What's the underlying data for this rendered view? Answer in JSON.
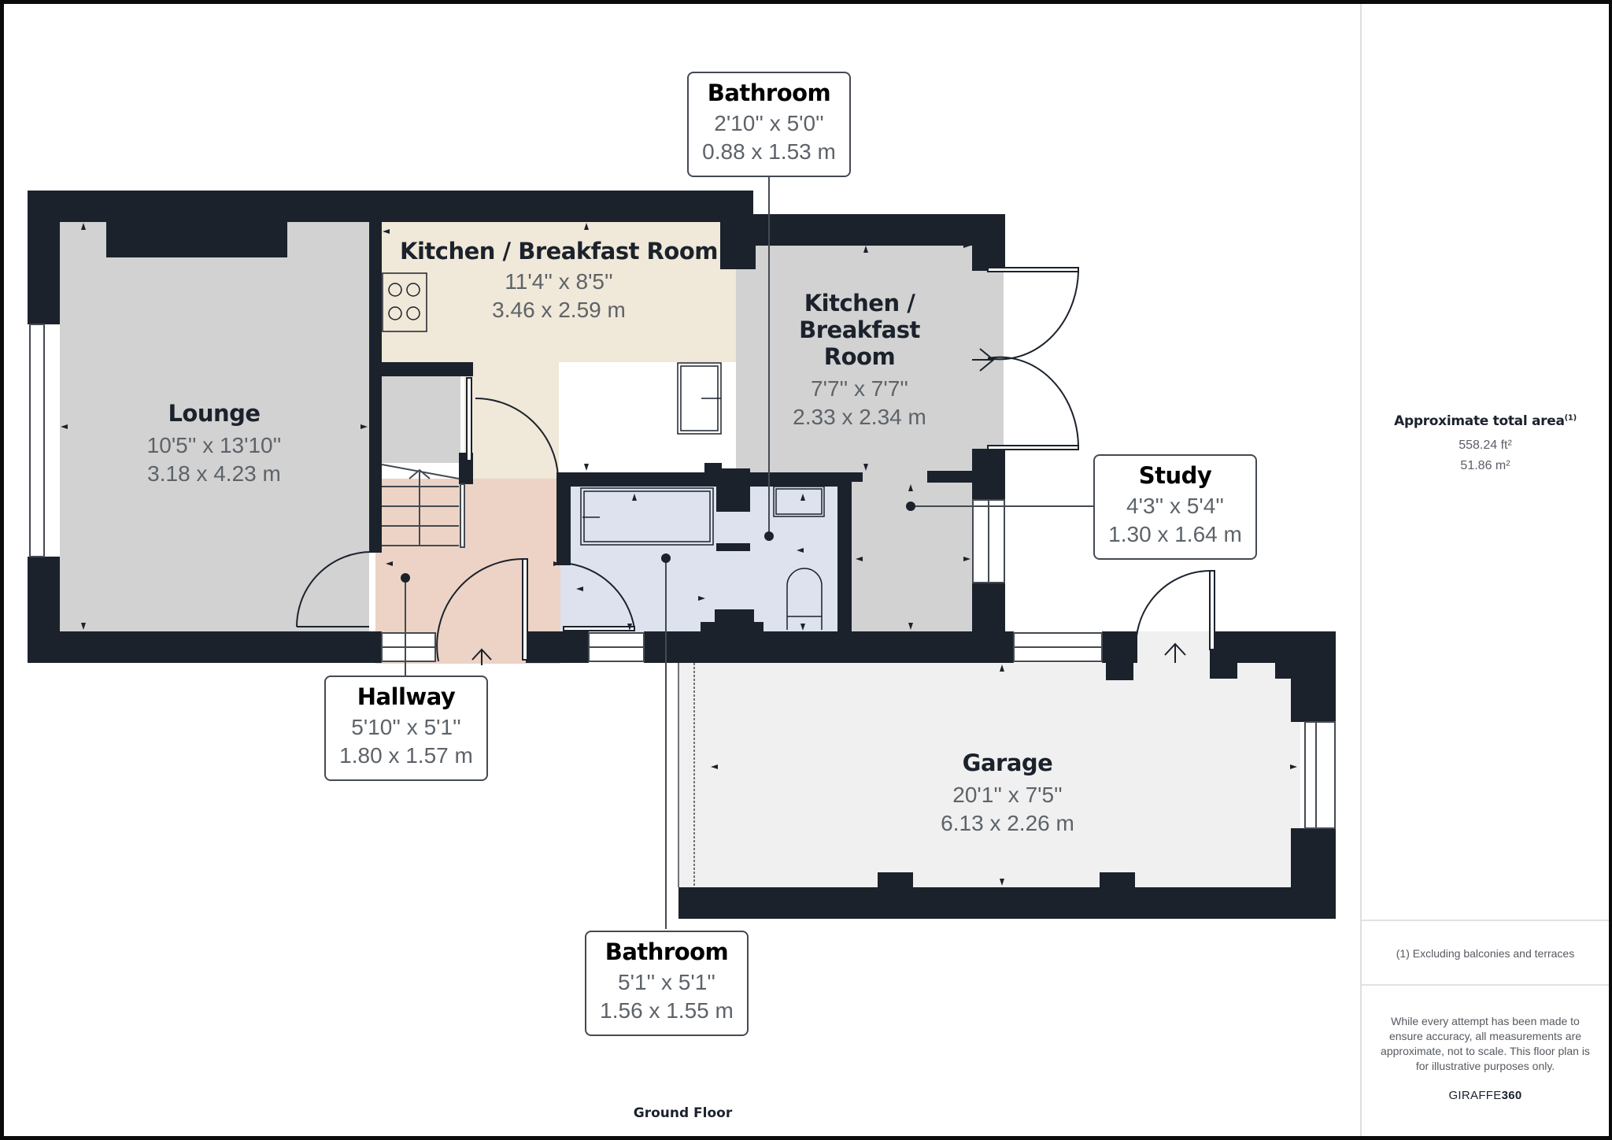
{
  "floor_label": "Ground Floor",
  "side_panel": {
    "area_title": "Approximate total area",
    "area_footnote_marker": "(1)",
    "area_sqft": "558.24 ft²",
    "area_sqm": "51.86 m²",
    "footnote": "(1) Excluding balconies and terraces",
    "disclaimer": "While every attempt has been made to ensure accuracy, all measurements are approximate, not to scale. This floor plan is for illustrative purposes only.",
    "brand_light": "GIRAFFE",
    "brand_bold": "360"
  },
  "rooms": {
    "lounge": {
      "name": "Lounge",
      "imperial": "10'5'' x 13'10''",
      "metric": "3.18 x 4.23 m",
      "color": "#d2d2d2"
    },
    "kitchen_main": {
      "name": "Kitchen / Breakfast Room",
      "imperial": "11'4'' x 8'5''",
      "metric": "3.46 x 2.59 m",
      "color": "#f0e8d8"
    },
    "kitchen_side": {
      "name_line1": "Kitchen /",
      "name_line2": "Breakfast",
      "name_line3": "Room",
      "imperial": "7'7'' x 7'7''",
      "metric": "2.33 x 2.34 m",
      "color": "#d2d2d2"
    },
    "garage": {
      "name": "Garage",
      "imperial": "20'1'' x 7'5''",
      "metric": "6.13 x 2.26 m",
      "color": "#f0f0f0"
    },
    "hallway": {
      "color": "#ecd3c5"
    },
    "bathroom_lower": {
      "color": "#dde2ee"
    }
  },
  "callouts": {
    "bathroom_top": {
      "name": "Bathroom",
      "imperial": "2'10'' x 5'0''",
      "metric": "0.88 x 1.53 m"
    },
    "study": {
      "name": "Study",
      "imperial": "4'3'' x 5'4''",
      "metric": "1.30 x 1.64 m"
    },
    "hallway": {
      "name": "Hallway",
      "imperial": "5'10'' x 5'1''",
      "metric": "1.80 x 1.57 m"
    },
    "bathroom_bottom": {
      "name": "Bathroom",
      "imperial": "5'1'' x 5'1''",
      "metric": "1.56 x 1.55 m"
    }
  },
  "colors": {
    "wall": "#1b222c",
    "line": "#444a52"
  }
}
